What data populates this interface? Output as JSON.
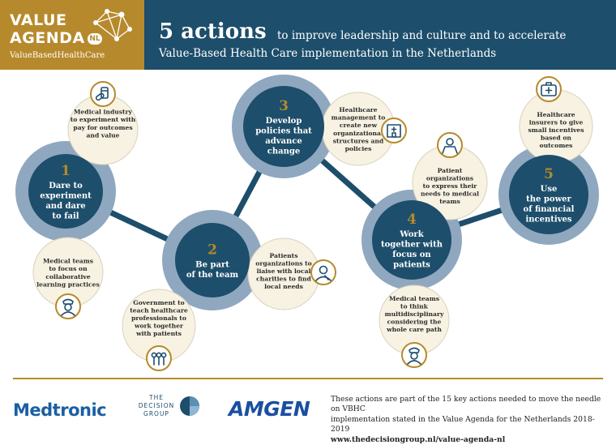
{
  "header": {
    "logo_line1": "VALUE",
    "logo_line2": "AGENDA",
    "logo_badge": "NL",
    "logo_sub": "ValueBasedHealthCare",
    "title_emph": "5 actions",
    "title_rest": "to improve leadership and culture and to accelerate",
    "title_line2": "Value-Based Health Care implementation in the Netherlands"
  },
  "colors": {
    "navy": "#1d4e6b",
    "gold": "#b68a2c",
    "light_blue": "#8fa8bf",
    "cream": "#f7f2e2"
  },
  "actions": [
    {
      "number": "1",
      "lines": [
        "Dare to",
        "experiment",
        "and dare",
        "to fail"
      ]
    },
    {
      "number": "2",
      "lines": [
        "Be part",
        "of the team"
      ]
    },
    {
      "number": "3",
      "lines": [
        "Develop",
        "policies that",
        "advance",
        "change"
      ]
    },
    {
      "number": "4",
      "lines": [
        "Work",
        "together with",
        "focus on",
        "patients"
      ]
    },
    {
      "number": "5",
      "lines": [
        "Use",
        "the power",
        "of financial",
        "incentives"
      ]
    }
  ],
  "bubbles": [
    {
      "lines": [
        "Medical industry",
        "to experiment with",
        "pay for outcomes",
        "and value"
      ],
      "icon": "medicine-icon"
    },
    {
      "lines": [
        "Medical teams",
        "to focus on",
        "collaborative",
        "learning practices"
      ],
      "icon": "nurse-icon"
    },
    {
      "lines": [
        "Government to",
        "teach healthcare",
        "professionals to",
        "work together",
        "with patients"
      ],
      "icon": "group-icon"
    },
    {
      "lines": [
        "Patients",
        "organizations to",
        "liaise with local",
        "charities to find",
        "local needs"
      ],
      "icon": "person-icon"
    },
    {
      "lines": [
        "Healthcare",
        "management to",
        "create new",
        "organizational",
        "structures and",
        "policies"
      ],
      "icon": "hospital-icon"
    },
    {
      "lines": [
        "Patient",
        "organizations",
        "to express their",
        "needs to medical",
        "teams"
      ],
      "icon": "patient-icon"
    },
    {
      "lines": [
        "Medical teams",
        "to think",
        "multidisciplinary",
        "considering the",
        "whole care path"
      ],
      "icon": "nurse-icon"
    },
    {
      "lines": [
        "Healthcare",
        "insurers to give",
        "small incentives",
        "based on",
        "outcomes"
      ],
      "icon": "first-aid-kit-icon"
    }
  ],
  "footer": {
    "medtronic": "Medtronic",
    "tdg_line1": "THE",
    "tdg_line2": "DECISION",
    "tdg_line3": "GROUP",
    "amgen": "AMGEN",
    "note_line1": "These actions are part of the 15 key actions needed to move the needle on VBHC",
    "note_line2": "implementation stated in the Value Agenda for the Netherlands 2018-2019",
    "url": "www.thedecisiongroup.nl/value-agenda-nl"
  }
}
